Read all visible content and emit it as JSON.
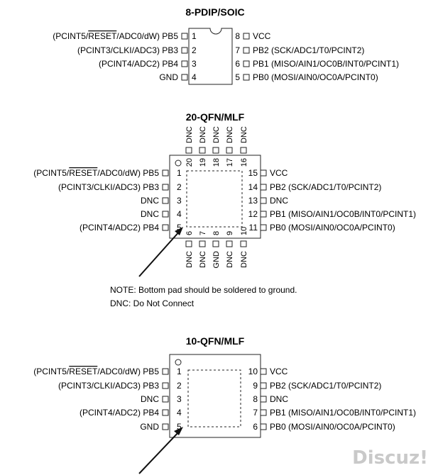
{
  "dip": {
    "title": "8-PDIP/SOIC",
    "left_pins": [
      {
        "num": "1",
        "pre": "(PCINT5/",
        "over": "RESET",
        "post": "/ADC0/dW) PB5"
      },
      {
        "num": "2",
        "pre": "(PCINT3/CLKI/ADC3) PB3",
        "over": "",
        "post": ""
      },
      {
        "num": "3",
        "pre": "(PCINT4/ADC2) PB4",
        "over": "",
        "post": ""
      },
      {
        "num": "4",
        "pre": "GND",
        "over": "",
        "post": ""
      }
    ],
    "right_pins": [
      {
        "num": "8",
        "label": "VCC"
      },
      {
        "num": "7",
        "label": "PB2 (SCK/ADC1/T0/PCINT2)"
      },
      {
        "num": "6",
        "label": "PB1 (MISO/AIN1/OC0B/INT0/PCINT1)"
      },
      {
        "num": "5",
        "label": "PB0 (MOSI/AIN0/OC0A/PCINT0)"
      }
    ]
  },
  "qfn20": {
    "title": "20-QFN/MLF",
    "left_pins": [
      {
        "num": "1",
        "pre": "(PCINT5/",
        "over": "RESET",
        "post": "/ADC0/dW) PB5"
      },
      {
        "num": "2",
        "pre": "(PCINT3/CLKI/ADC3) PB3",
        "over": "",
        "post": ""
      },
      {
        "num": "3",
        "pre": "DNC",
        "over": "",
        "post": ""
      },
      {
        "num": "4",
        "pre": "DNC",
        "over": "",
        "post": ""
      },
      {
        "num": "5",
        "pre": "(PCINT4/ADC2) PB4",
        "over": "",
        "post": ""
      }
    ],
    "right_pins": [
      {
        "num": "15",
        "label": "VCC"
      },
      {
        "num": "14",
        "label": "PB2 (SCK/ADC1/T0/PCINT2)"
      },
      {
        "num": "13",
        "label": "DNC"
      },
      {
        "num": "12",
        "label": "PB1 (MISO/AIN1/OC0B/INT0/PCINT1)"
      },
      {
        "num": "11",
        "label": "PB0 (MOSI/AIN0/OC0A/PCINT0)"
      }
    ],
    "top_pins": [
      {
        "num": "20",
        "label": "DNC"
      },
      {
        "num": "19",
        "label": "DNC"
      },
      {
        "num": "18",
        "label": "DNC"
      },
      {
        "num": "17",
        "label": "DNC"
      },
      {
        "num": "16",
        "label": "DNC"
      }
    ],
    "bottom_pins": [
      {
        "num": "6",
        "label": "DNC"
      },
      {
        "num": "7",
        "label": "DNC"
      },
      {
        "num": "8",
        "label": "GND"
      },
      {
        "num": "9",
        "label": "DNC"
      },
      {
        "num": "10",
        "label": "DNC"
      }
    ],
    "note_line1": "NOTE: Bottom pad should be soldered to ground.",
    "note_line2": "DNC: Do Not Connect"
  },
  "qfn10": {
    "title": "10-QFN/MLF",
    "left_pins": [
      {
        "num": "1",
        "pre": "(PCINT5/",
        "over": "RESET",
        "post": "/ADC0/dW) PB5"
      },
      {
        "num": "2",
        "pre": "(PCINT3/CLKI/ADC3) PB3",
        "over": "",
        "post": ""
      },
      {
        "num": "3",
        "pre": "DNC",
        "over": "",
        "post": ""
      },
      {
        "num": "4",
        "pre": "(PCINT4/ADC2) PB4",
        "over": "",
        "post": ""
      },
      {
        "num": "5",
        "pre": "GND",
        "over": "",
        "post": ""
      }
    ],
    "right_pins": [
      {
        "num": "10",
        "label": "VCC"
      },
      {
        "num": "9",
        "label": "PB2 (SCK/ADC1/T0/PCINT2)"
      },
      {
        "num": "8",
        "label": "DNC"
      },
      {
        "num": "7",
        "label": "PB1 (MISO/AIN1/OC0B/INT0/PCINT1)"
      },
      {
        "num": "6",
        "label": "PB0 (MOSI/AIN0/OC0A/PCINT0)"
      }
    ]
  },
  "watermark": "Discuz!"
}
